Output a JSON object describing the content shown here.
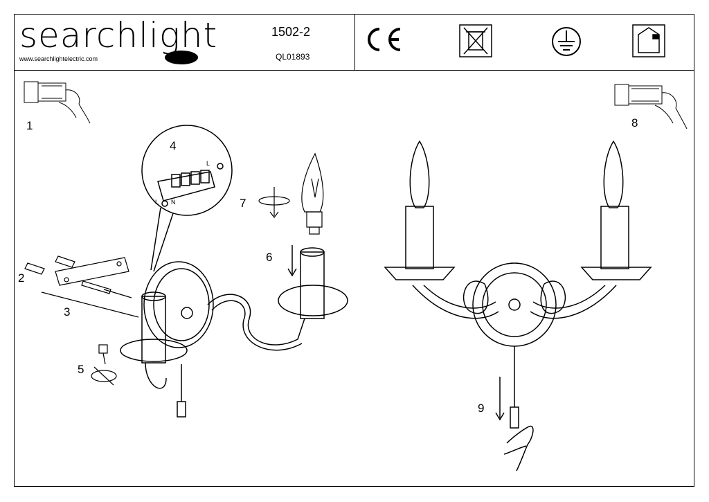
{
  "header": {
    "brand": "searchlight",
    "website": "www.searchlightelectric.com",
    "model_number": "1502-2",
    "reference_code": "QL01893",
    "symbols": [
      "ce-mark-icon",
      "weee-bin-icon",
      "earth-ground-icon",
      "indoor-use-icon"
    ]
  },
  "steps": {
    "s1": "1",
    "s2": "2",
    "s3": "3",
    "s4": "4",
    "s5": "5",
    "s6": "6",
    "s7": "7",
    "s8": "8",
    "s9": "9"
  },
  "terminal_labels": {
    "live_top": "L",
    "live_bottom": "L",
    "neutral": "N"
  },
  "colors": {
    "line": "#000000",
    "fill": "#ffffff"
  }
}
